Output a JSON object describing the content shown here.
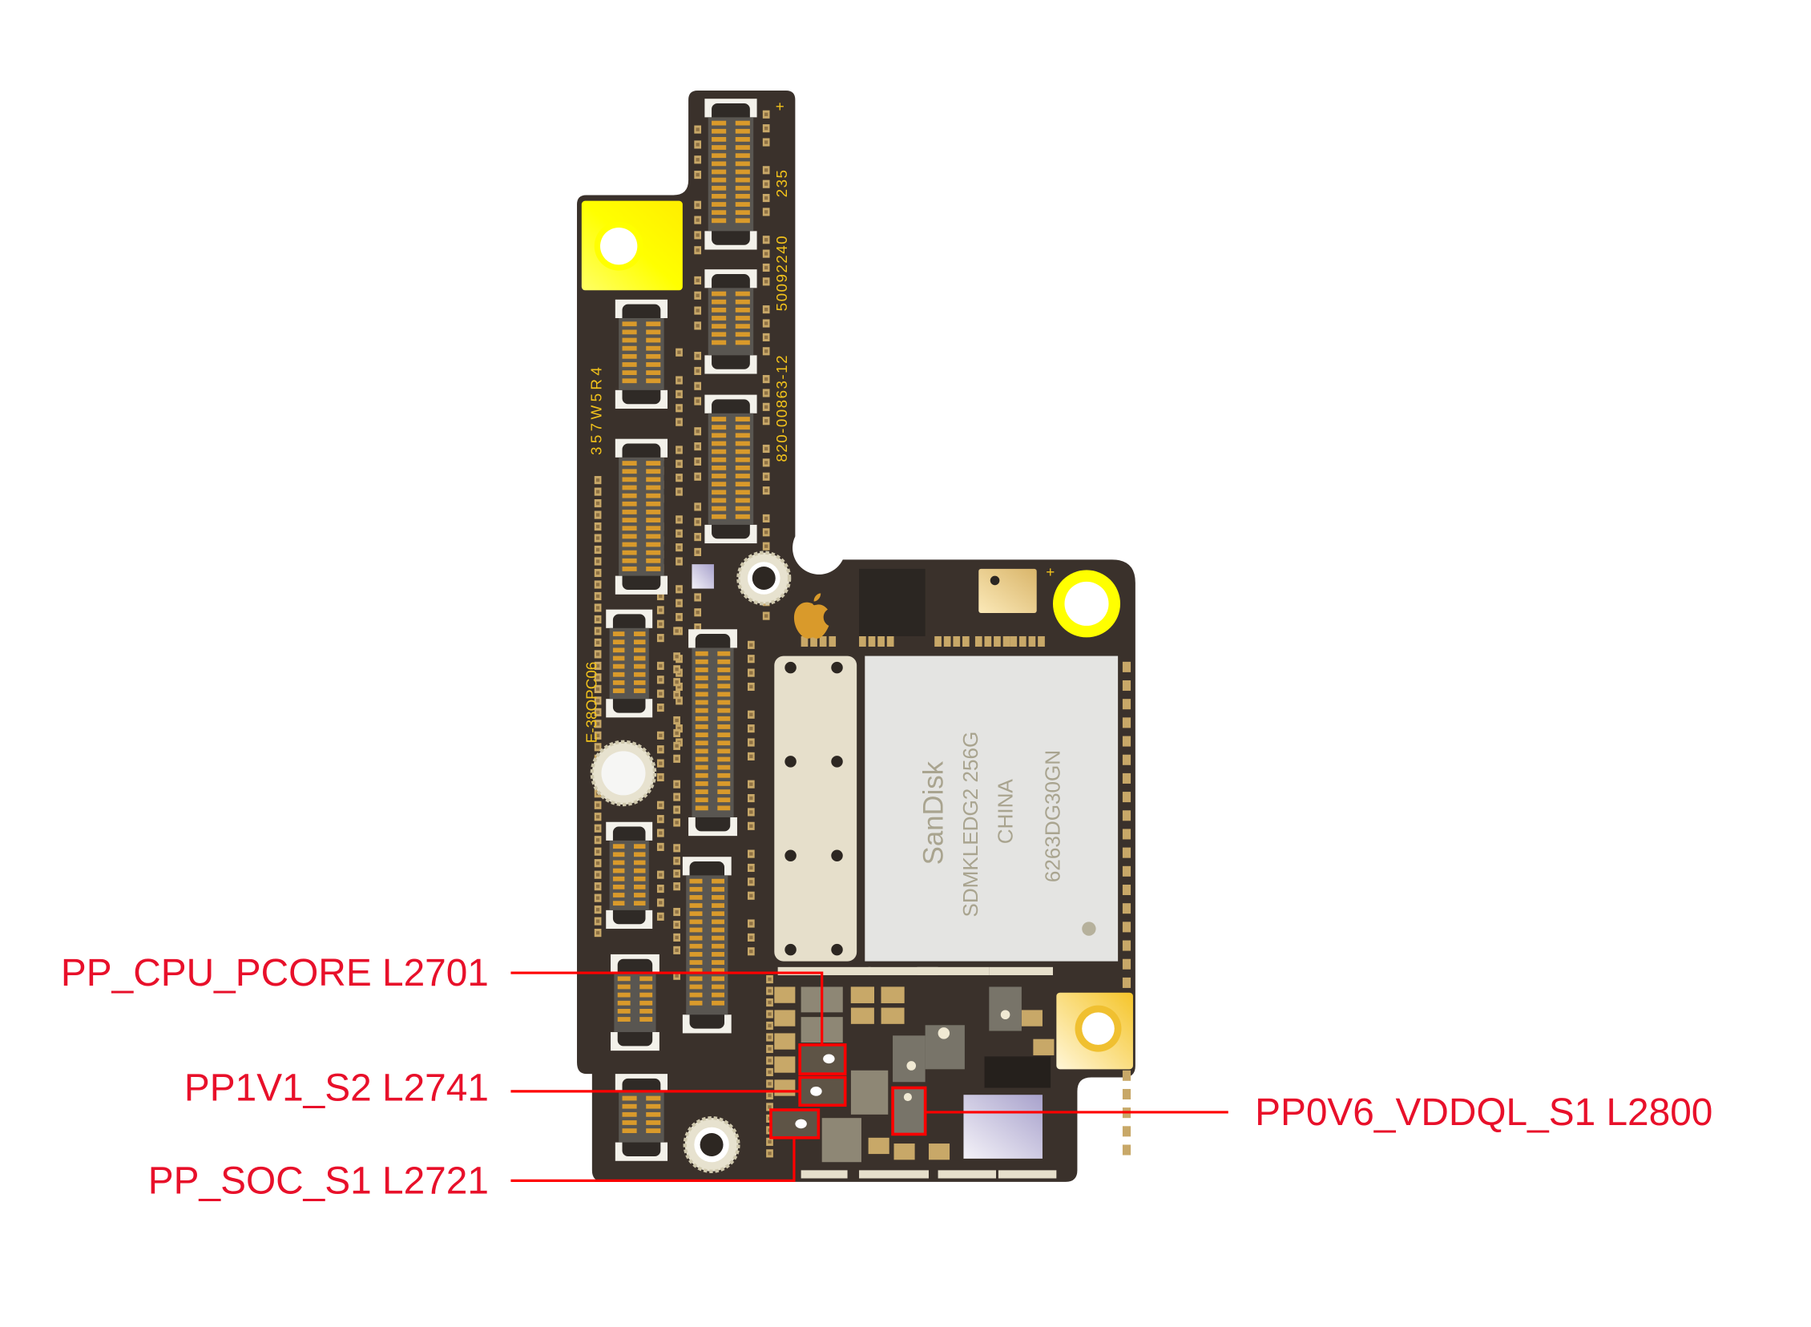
{
  "diagram": {
    "title": "Logic board component locations",
    "board": {
      "silkscreen_part_number": "820-00863-12",
      "silkscreen_code_1": "50092240",
      "silkscreen_code_2": "235",
      "silkscreen_serial": "357W5R4",
      "silkscreen_side_code": "E-38OPC06",
      "storage_chip": {
        "brand": "SanDisk",
        "model": "SDMKLEDG2  256G",
        "origin": "CHINA",
        "lot": "6263DG30GN"
      }
    },
    "callouts": [
      {
        "label": "PP_CPU_PCORE L2701"
      },
      {
        "label": "PP1V1_S2 L2741"
      },
      {
        "label": "PP_SOC_S1 L2721"
      },
      {
        "label": "PP0V6_VDDQL_S1 L2800"
      }
    ],
    "colors": {
      "board": "#3a312b",
      "callout": "#e8102a",
      "connector_pin": "#d99a2b",
      "pad_yellow": "#ffff00",
      "gold": "#f5c52a"
    }
  }
}
